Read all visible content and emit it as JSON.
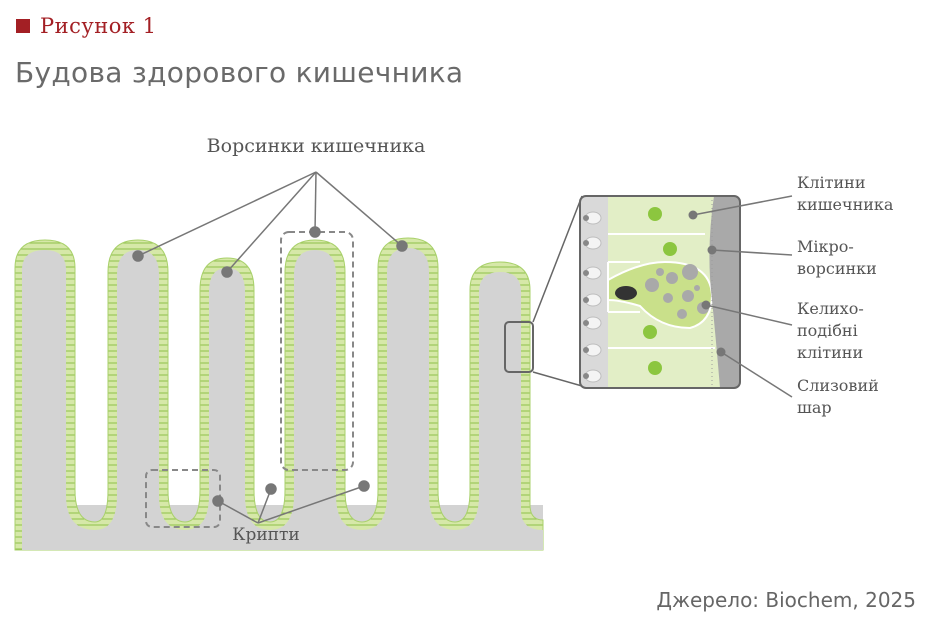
{
  "figure": {
    "label": "Рисунок 1",
    "title": "Будова здорового кишечника",
    "source": "Джерело: Biochem, 2025"
  },
  "labels": {
    "villi": "Ворсинки кишечника",
    "crypts": "Крипти",
    "intestinal_cells": [
      "Клітини",
      "кишечника"
    ],
    "microvilli": [
      "Мікро-",
      "ворсинки"
    ],
    "goblet_cells": [
      "Келихо-",
      "подібні",
      "клітини"
    ],
    "mucus_layer": [
      "Слизовий",
      "шар"
    ]
  },
  "colors": {
    "accent_red": "#a31f24",
    "tissue_gray": "#d3d3d3",
    "epithelium_green": "#d6e8a8",
    "nucleus_green": "#8cc63f",
    "line_gray": "#777777"
  }
}
